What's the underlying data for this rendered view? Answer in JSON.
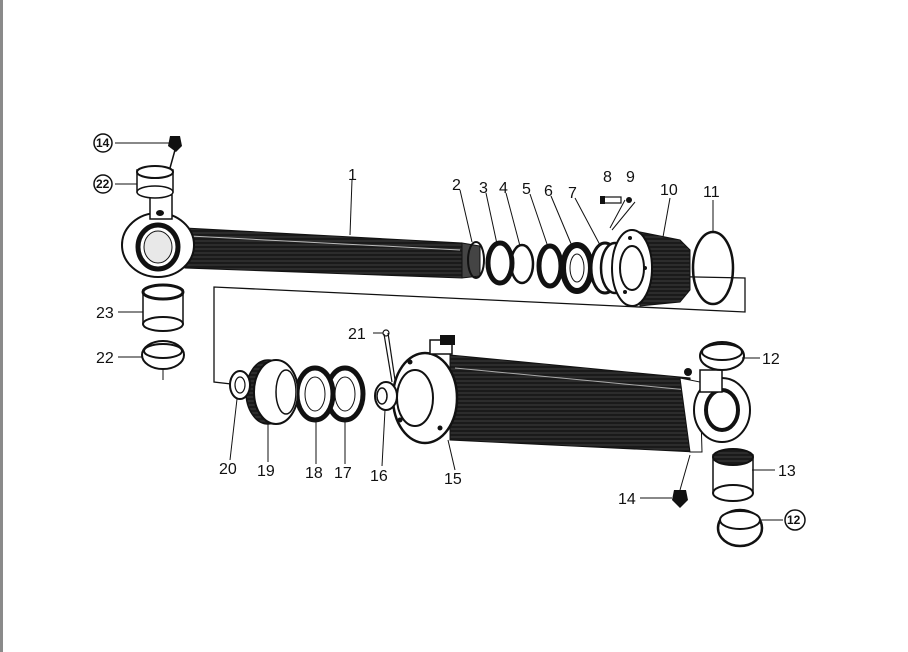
{
  "labels": {
    "p1": "1",
    "p2": "2",
    "p3": "3",
    "p4": "4",
    "p5": "5",
    "p6": "6",
    "p7": "7",
    "p8": "8",
    "p9": "9",
    "p10": "10",
    "p11": "11",
    "p12a": "12",
    "p12b": "12",
    "p13": "13",
    "p14a": "14",
    "p14b": "14",
    "p15": "15",
    "p16": "16",
    "p17": "17",
    "p18": "18",
    "p19": "19",
    "p20": "20",
    "p21": "21",
    "p22a": "22",
    "p22b": "22",
    "p23": "23"
  },
  "colors": {
    "ink": "#111111",
    "shade": "#2a2a2a",
    "paper": "#ffffff",
    "edge": "#8a8a8a"
  }
}
